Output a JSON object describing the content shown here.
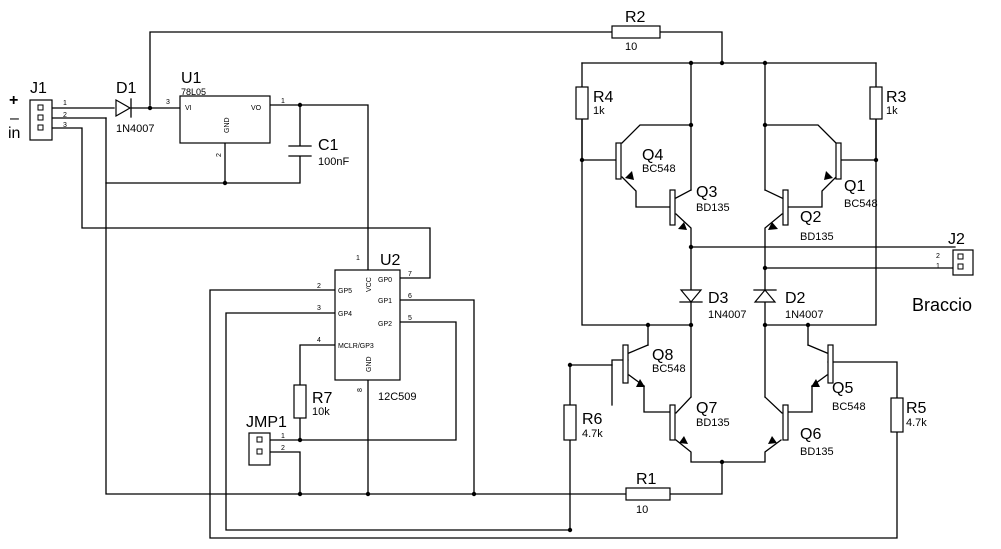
{
  "connectors": {
    "j1": {
      "ref": "J1",
      "plus": "+",
      "minus": "–",
      "in_label": "in",
      "pins": [
        "1",
        "2",
        "3"
      ]
    },
    "j2": {
      "ref": "J2",
      "name": "Braccio",
      "pins": [
        "2",
        "1"
      ]
    },
    "jmp1": {
      "ref": "JMP1",
      "pins": [
        "1",
        "2"
      ]
    }
  },
  "regulator": {
    "ref": "U1",
    "value": "78L05",
    "vi": "VI",
    "vo": "VO",
    "gnd": "GND",
    "pin_in": "3",
    "pin_out": "1",
    "pin_gnd": "2"
  },
  "mcu": {
    "ref": "U2",
    "value": "12C509",
    "vcc": "VCC",
    "gnd": "GND",
    "left_pins": [
      {
        "num": "2",
        "name": "GP5"
      },
      {
        "num": "3",
        "name": "GP4"
      },
      {
        "num": "4",
        "name": "MCLR/GP3"
      }
    ],
    "right_pins": [
      {
        "num": "7",
        "name": "GP0"
      },
      {
        "num": "6",
        "name": "GP1"
      },
      {
        "num": "5",
        "name": "GP2"
      }
    ],
    "pin_vcc": "1",
    "pin_gnd": "8"
  },
  "components": {
    "d1": {
      "ref": "D1",
      "value": "1N4007"
    },
    "c1": {
      "ref": "C1",
      "value": "100nF"
    },
    "r1": {
      "ref": "R1",
      "value": "10"
    },
    "r2": {
      "ref": "R2",
      "value": "10"
    },
    "r3": {
      "ref": "R3",
      "value": "1k"
    },
    "r4": {
      "ref": "R4",
      "value": "1k"
    },
    "r5": {
      "ref": "R5",
      "value": "4.7k"
    },
    "r6": {
      "ref": "R6",
      "value": "4.7k"
    },
    "r7": {
      "ref": "R7",
      "value": "10k"
    },
    "d2": {
      "ref": "D2",
      "value": "1N4007"
    },
    "d3": {
      "ref": "D3",
      "value": "1N4007"
    },
    "q1": {
      "ref": "Q1",
      "value": "BC548"
    },
    "q2": {
      "ref": "Q2",
      "value": "BD135"
    },
    "q3": {
      "ref": "Q3",
      "value": "BD135"
    },
    "q4": {
      "ref": "Q4",
      "value": "BC548"
    },
    "q5": {
      "ref": "Q5",
      "value": "BC548"
    },
    "q6": {
      "ref": "Q6",
      "value": "BD135"
    },
    "q7": {
      "ref": "Q7",
      "value": "BD135"
    },
    "q8": {
      "ref": "Q8",
      "value": "BC548"
    }
  }
}
